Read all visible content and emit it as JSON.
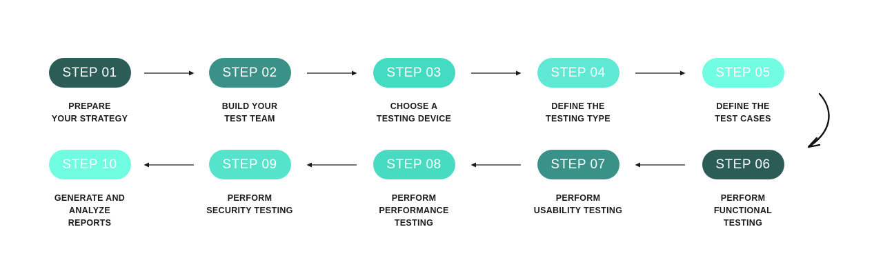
{
  "diagram": {
    "background": "#FFFFFF",
    "arrow_color": "#1A1A1A",
    "label_color": "#1A1A1A",
    "pill_text_color": "#FFFFFF"
  },
  "steps": [
    {
      "label": "STEP 01",
      "description": "PREPARE\nYOUR STRATEGY",
      "color": "#2B5C55"
    },
    {
      "label": "STEP 02",
      "description": "BUILD YOUR\nTEST TEAM",
      "color": "#3A9188"
    },
    {
      "label": "STEP 03",
      "description": "CHOOSE A\nTESTING DEVICE",
      "color": "#43DBC1"
    },
    {
      "label": "STEP 04",
      "description": "DEFINE THE\nTESTING TYPE",
      "color": "#5FE8D3"
    },
    {
      "label": "STEP 05",
      "description": "DEFINE THE\nTEST CASES",
      "color": "#70FDE1"
    },
    {
      "label": "STEP 06",
      "description": "PERFORM\nFUNCTIONAL\nTESTING",
      "color": "#2B5C55"
    },
    {
      "label": "STEP 07",
      "description": "PERFORM\nUSABILITY TESTING",
      "color": "#3A9188"
    },
    {
      "label": "STEP 08",
      "description": "PERFORM\nPERFORMANCE\nTESTING",
      "color": "#47DCC2"
    },
    {
      "label": "STEP 09",
      "description": "PERFORM\nSECURITY TESTING",
      "color": "#56E3CC"
    },
    {
      "label": "STEP 10",
      "description": "GENERATE AND\nANALYZE\nREPORTS",
      "color": "#6FFCE0"
    }
  ]
}
